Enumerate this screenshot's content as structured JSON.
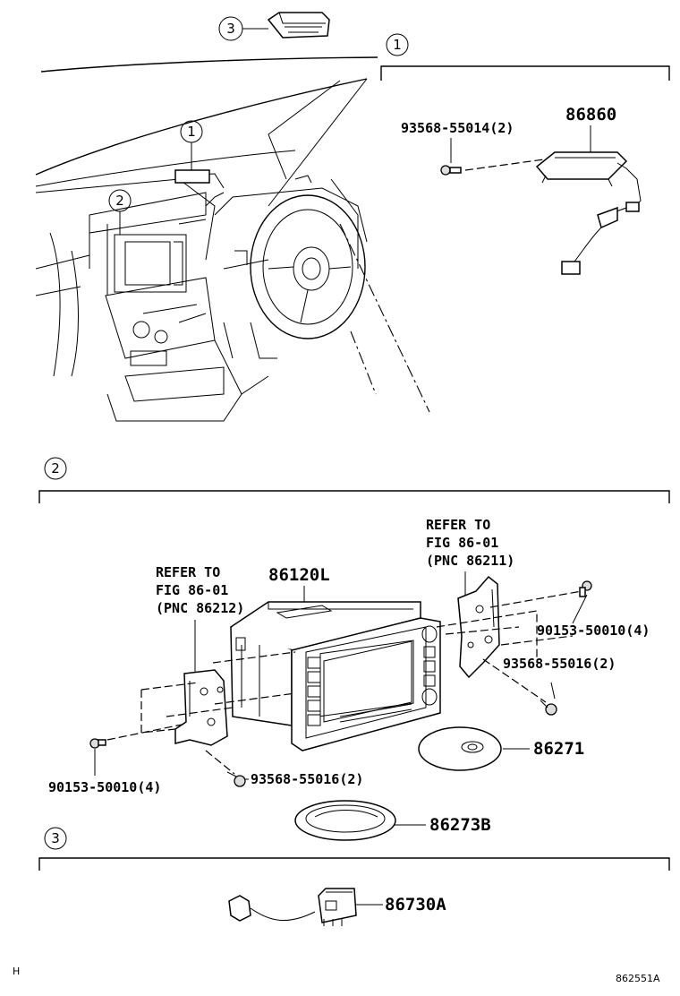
{
  "sections": [
    {
      "number": "1"
    },
    {
      "number": "2"
    },
    {
      "number": "3"
    }
  ],
  "callouts": {
    "top": "3",
    "sec1_header": "1",
    "dash_1": "1",
    "dash_2": "2"
  },
  "labels": {
    "p86860": "86860",
    "p93568_55014": "93568-55014(2)",
    "p86120L": "86120L",
    "refer_left_1": "REFER TO",
    "refer_left_2": "FIG 86-01",
    "refer_left_3": "(PNC 86212)",
    "refer_right_1": "REFER TO",
    "refer_right_2": "FIG 86-01",
    "refer_right_3": "(PNC 86211)",
    "p90153_right": "90153-50010(4)",
    "p93568_55016_right": "93568-55016(2)",
    "p86271": "86271",
    "p90153_left": "90153-50010(4)",
    "p93568_55016_bottom": "93568-55016(2)",
    "p86273B": "86273B",
    "p86730A": "86730A"
  },
  "footer": {
    "left": "H",
    "right": "862551A"
  }
}
